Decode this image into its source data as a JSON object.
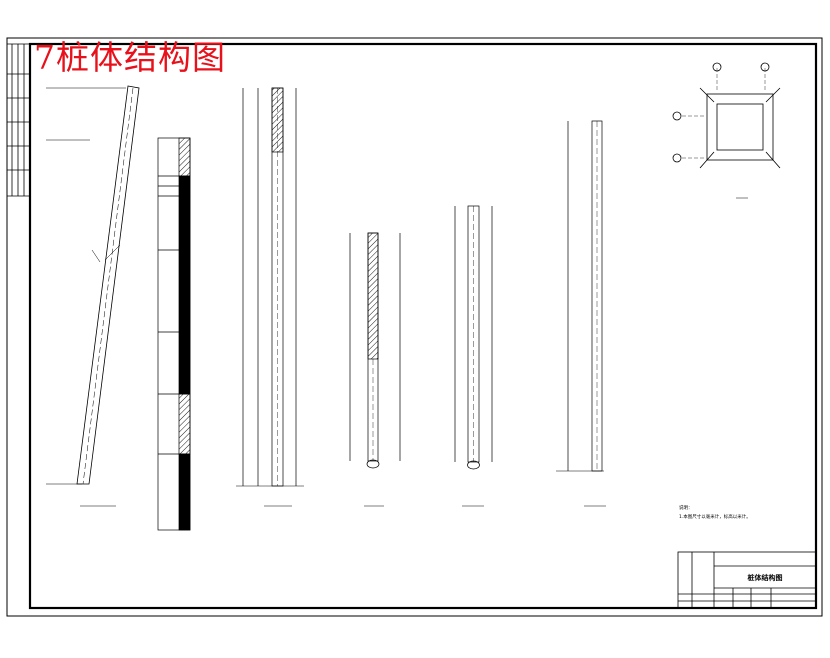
{
  "page_title": "7桩体结构图",
  "drawing": {
    "title_block_name": "桩体结构图",
    "notes_heading": "说明：",
    "notes_line": "1.本图尺寸以毫米计，标高以米计。"
  }
}
